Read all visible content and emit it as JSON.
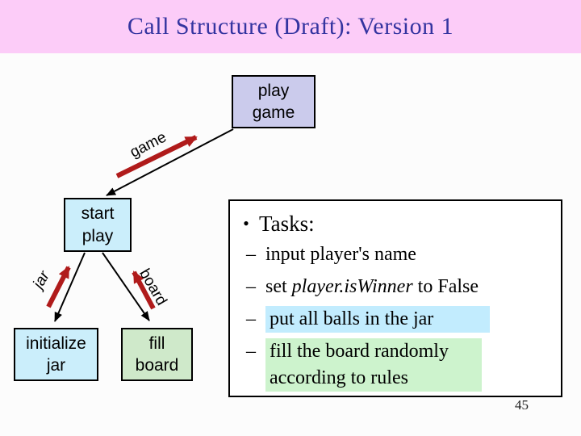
{
  "slide": {
    "title": "Call Structure (Draft): Version 1",
    "page_number": "45"
  },
  "diagram": {
    "boxes": {
      "play_game": {
        "label": "play\ngame",
        "fill": "#cbcbec"
      },
      "start_play": {
        "label": "start\nplay",
        "fill": "#cbeefb"
      },
      "initialize_jar": {
        "label": "initialize\njar",
        "fill": "#cbeefb"
      },
      "fill_board": {
        "label": "fill\nboard",
        "fill": "#cfe9ca"
      }
    },
    "arrow_labels": {
      "game": "game",
      "jar": "jar",
      "board": "board"
    },
    "colors": {
      "call_line": "#000000",
      "return_arrow": "#b01b1b",
      "title_band": "#fcccf8",
      "title_text": "#3434a0"
    }
  },
  "tasks": {
    "bullet": "•",
    "heading": "Tasks:",
    "dash": "–",
    "items": [
      {
        "text": "input player's name"
      },
      {
        "pre": "set ",
        "em": "player.isWinner",
        "post": " to False"
      },
      {
        "text": "put all balls in the jar",
        "highlight": "#c2ecfe"
      },
      {
        "text": "fill the board randomly according to rules",
        "highlight": "#cdf3cd"
      }
    ]
  }
}
